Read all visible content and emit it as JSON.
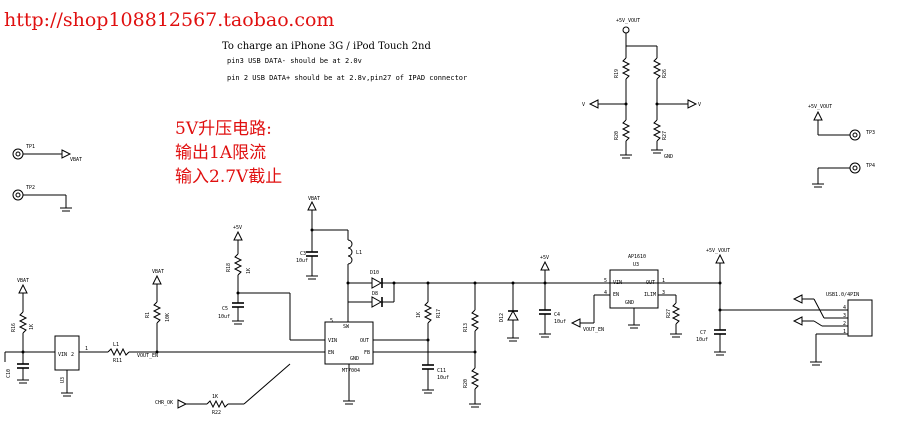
{
  "header": {
    "url": "http://shop108812567.taobao.com",
    "title": "To charge an iPhone 3G / iPod Touch 2nd",
    "note1": "pin3 USB DATA- should be at 2.0v",
    "note2": "pin 2 USB DATA+ should be at 2.8v,pin27 of IPAD connector"
  },
  "annotation": {
    "line1": "5V升压电路:",
    "line2": "输出1A限流",
    "line3": "输入2.7V截止"
  },
  "labels": {
    "vbat": "VBAT",
    "p5v": "+5V",
    "p5v_vout": "+5V_VOUT",
    "vout_en": "VOUT_EN",
    "chr_ok": "CHR_OK",
    "gnd": "GND",
    "mt7004": "MT7004",
    "ap1610": "AP1610",
    "u3": "U3",
    "usb_conn": "USB1.0/4PIN",
    "tp3": "TP3",
    "tp4": "TP4",
    "tp1": "TP1",
    "tp2": "TP2",
    "l1": "L1",
    "d10": "D10",
    "d8": "D8",
    "d12": "D12",
    "r1": "R1",
    "r11": "R11",
    "r13": "R13",
    "r17": "R17",
    "r16": "R16",
    "r18": "R18",
    "r19": "R19",
    "r20": "R20",
    "r22": "R22",
    "r26": "R26",
    "r27": "R27",
    "c3": "C3",
    "c5": "C5",
    "c4": "C4",
    "c7": "C7",
    "c11": "C11",
    "c10": "C10",
    "v_10uf": "10uf",
    "v_10k": "10K",
    "v_1k": "1K",
    "pin_vin": "VIN",
    "pin_en": "EN",
    "pin_gnd": "GND",
    "pin_sw": "SW",
    "pin_out": "OUT",
    "pin_fb": "FB",
    "pin_ilim": "ILIM",
    "pin_1": "1",
    "pin_2": "2",
    "pin_3": "3",
    "pin_4": "4",
    "pin_5": "5",
    "v_sym": "V"
  }
}
